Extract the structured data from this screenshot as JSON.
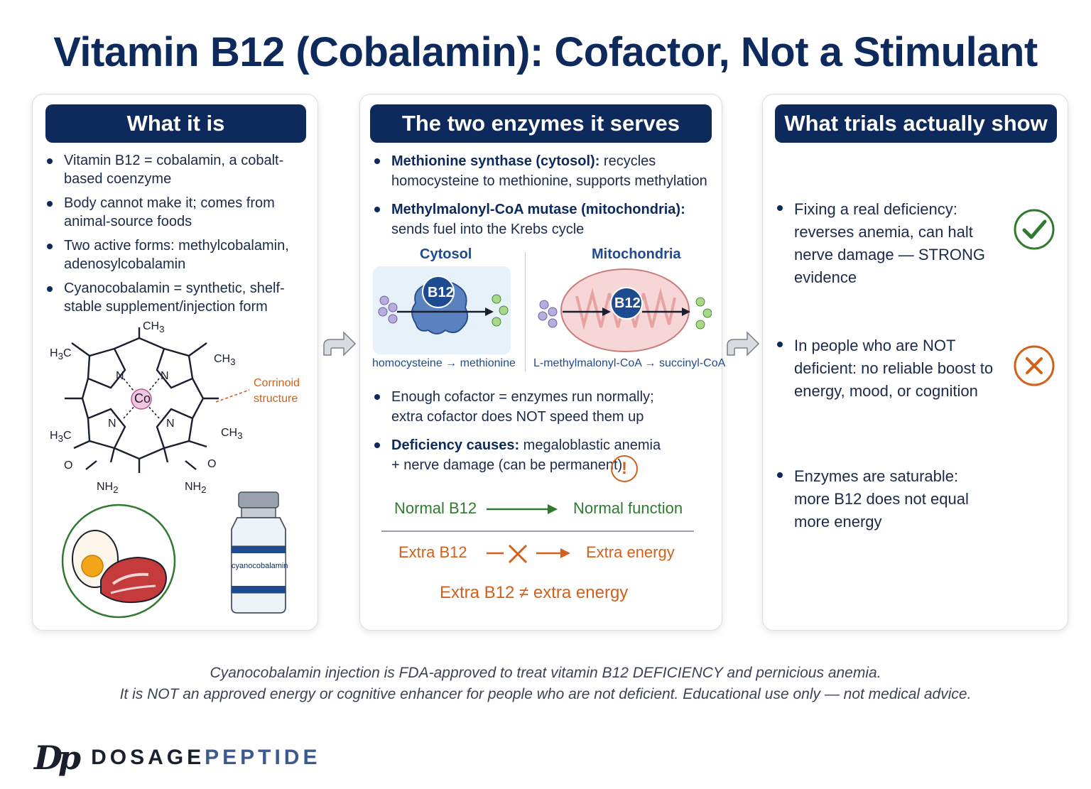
{
  "title": "Vitamin B12 (Cobalamin): Cofactor, Not a Stimulant",
  "col1": {
    "header": "What it is",
    "bullets": [
      "Vitamin B12 = cobalamin, a cobalt-based coenzyme",
      "Body cannot make it; comes from animal-source foods",
      "Two active forms: methylcobalamin, adenosylcobalamin",
      "Cyanocobalamin = synthetic, shelf-stable supplement/injection form"
    ],
    "structure": {
      "co": "Co",
      "n": "N",
      "ch3_top": "CH",
      "h3c": "H",
      "o": "O",
      "nh2": "NH",
      "corrinoid_label_1": "Corrinoid",
      "corrinoid_label_2": "structure"
    },
    "vial_label": "cyanocobalamin"
  },
  "col2": {
    "header": "The two enzymes it serves",
    "enzyme1_bold": "Methionine synthase (cytosol):",
    "enzyme1_rest": " recycles homocysteine to methionine, supports methylation",
    "enzyme2_bold": "Methylmalonyl-CoA mutase (mitochondria):",
    "enzyme2_rest": " sends fuel into the Krebs cycle",
    "cytosol_label": "Cytosol",
    "mito_label": "Mitochondria",
    "b12_badge": "B12",
    "cytosol_reaction": "homocysteine → methionine",
    "mito_reaction": "L-methylmalonyl-CoA → succinyl-CoA",
    "point1": "Enough cofactor = enzymes run normally; extra cofactor does NOT speed them up",
    "point2_bold": "Deficiency causes:",
    "point2_rest": " megaloblastic anemia + nerve damage (can be permanent)",
    "warning_icon": "!",
    "normal_left": "Normal B12",
    "normal_right": "Normal function",
    "extra_left": "Extra B12",
    "extra_right": "Extra energy",
    "summary": "Extra B12 ≠ extra energy"
  },
  "col3": {
    "header": "What trials actually show",
    "finding1": "Fixing a real deficiency: reverses anemia, can halt nerve damage — STRONG evidence",
    "finding2": "In people who are NOT deficient: no reliable boost to energy, mood, or cognition",
    "finding3": "Enzymes are saturable: more B12 does not equal more energy"
  },
  "footer": {
    "line1": "Cyanocobalamin injection is FDA-approved to treat vitamin B12 DEFICIENCY and pernicious anemia.",
    "line2": "It is NOT an approved energy or cognitive enhancer for people who are not deficient. Educational use only — not medical advice."
  },
  "brand": {
    "logo": "Dp",
    "part1": "DOSAGE",
    "part2": "PEPTIDE"
  },
  "colors": {
    "navy": "#0e2a5c",
    "orange": "#d2601a",
    "green": "#2f7a2f"
  }
}
